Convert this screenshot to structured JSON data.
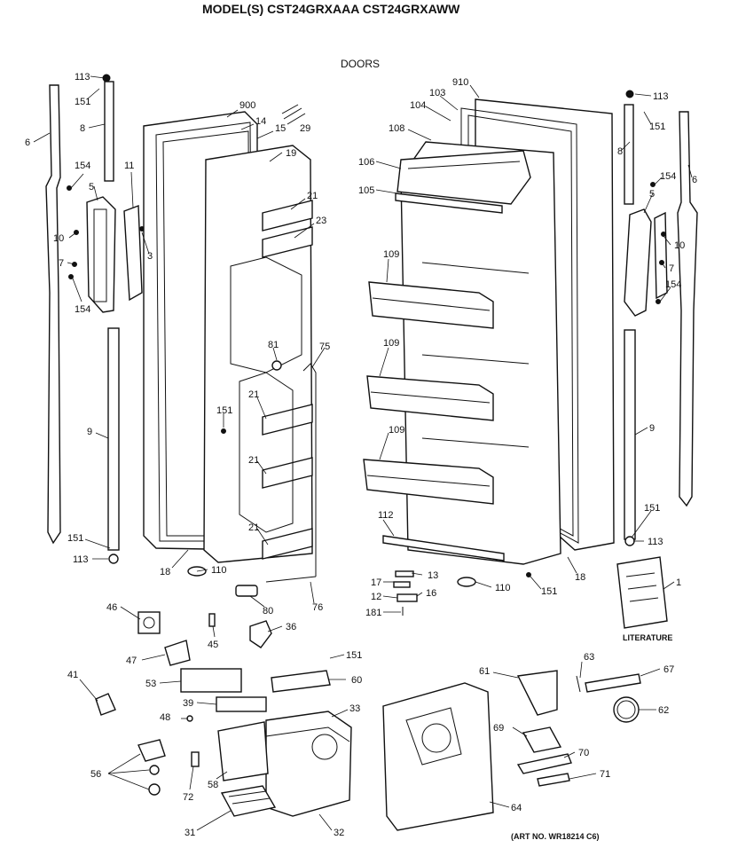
{
  "header": {
    "model": "MODEL(S) CST24GRXAAA  CST24GRXAWW",
    "section": "DOORS"
  },
  "footer": {
    "art_no": "(ART NO. WR18214 C6)",
    "literature": "LITERATURE"
  },
  "callouts": [
    "113",
    "151",
    "8",
    "6",
    "154",
    "5",
    "11",
    "10",
    "3",
    "7",
    "154",
    "9",
    "151",
    "113",
    "900",
    "14",
    "15",
    "29",
    "19",
    "21",
    "23",
    "81",
    "75",
    "151",
    "21",
    "21",
    "21",
    "18",
    "110",
    "80",
    "76",
    "910",
    "103",
    "104",
    "108",
    "106",
    "105",
    "109",
    "109",
    "109",
    "112",
    "17",
    "13",
    "12",
    "16",
    "181",
    "110",
    "151",
    "18",
    "113",
    "151",
    "8",
    "6",
    "154",
    "5",
    "10",
    "7",
    "154",
    "9",
    "151",
    "113",
    "1",
    "46",
    "45",
    "36",
    "47",
    "151",
    "53",
    "60",
    "41",
    "39",
    "48",
    "33",
    "56",
    "72",
    "58",
    "31",
    "32",
    "64",
    "61",
    "63",
    "67",
    "62",
    "69",
    "70",
    "71"
  ]
}
